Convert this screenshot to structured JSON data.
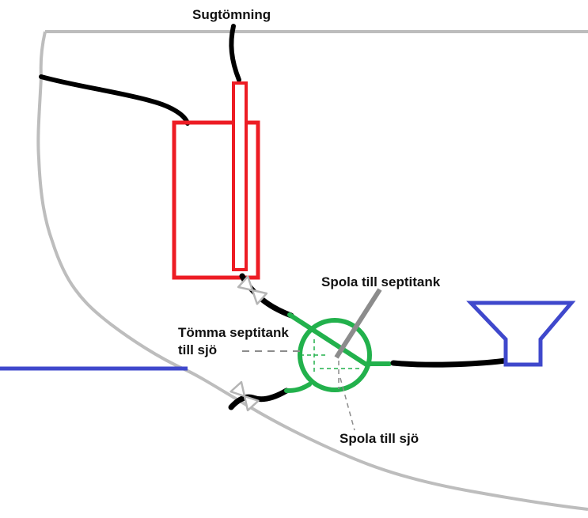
{
  "diagram": {
    "labels": {
      "suction": "Sugtömning",
      "flush_to_septic": "Spola till septitank",
      "empty_septic_line1": "Tömma septitank",
      "empty_septic_line2": "till sjö",
      "flush_to_sea": "Spola till sjö"
    },
    "colors": {
      "tank_red": "#ed1c24",
      "valve_green": "#22b14c",
      "toilet_blue": "#3f48cc",
      "hull_gray": "#bdbdbd",
      "seacock_gray": "#b5b5b5",
      "pointer_gray": "#8c8c8c",
      "hose_black": "#000000"
    }
  }
}
